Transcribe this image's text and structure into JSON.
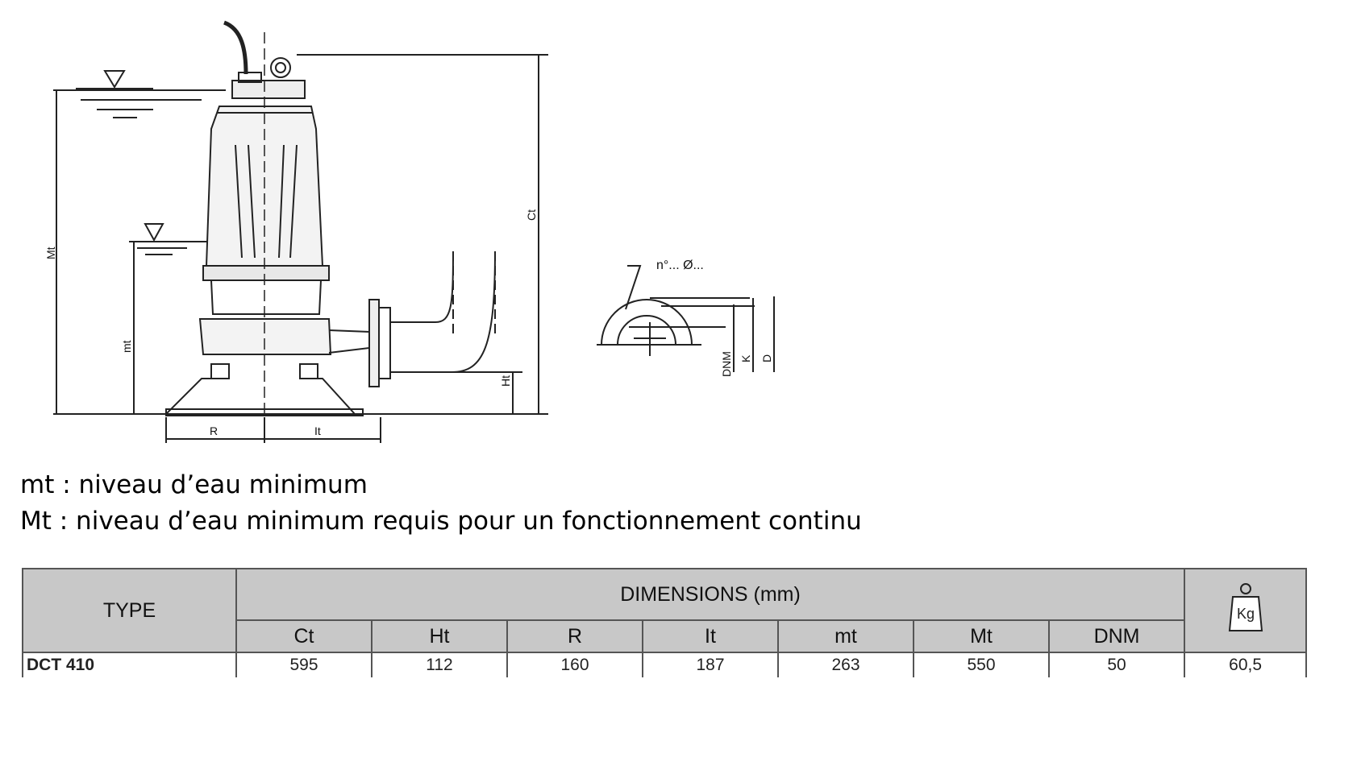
{
  "drawing": {
    "labels": {
      "Mt": "Mt",
      "mt": "mt",
      "Ct": "Ct",
      "Ht": "Ht",
      "R": "R",
      "It": "It",
      "flange_note": "n°... Ø...",
      "DNM": "DNM",
      "K": "K",
      "D": "D"
    }
  },
  "legend": [
    "mt : niveau d’eau minimum",
    "Mt : niveau d’eau minimum requis pour un fonctionnement continu"
  ],
  "table": {
    "type_header": "TYPE",
    "dimensions_header": "DIMENSIONS (mm)",
    "weight_icon": "weight-kg-icon",
    "weight_label": "Kg",
    "columns": [
      "Ct",
      "Ht",
      "R",
      "It",
      "mt",
      "Mt",
      "DNM"
    ],
    "rows": [
      {
        "type": "DCT 410",
        "values": [
          "595",
          "112",
          "160",
          "187",
          "263",
          "550",
          "50"
        ],
        "weight": "60,5"
      }
    ]
  }
}
